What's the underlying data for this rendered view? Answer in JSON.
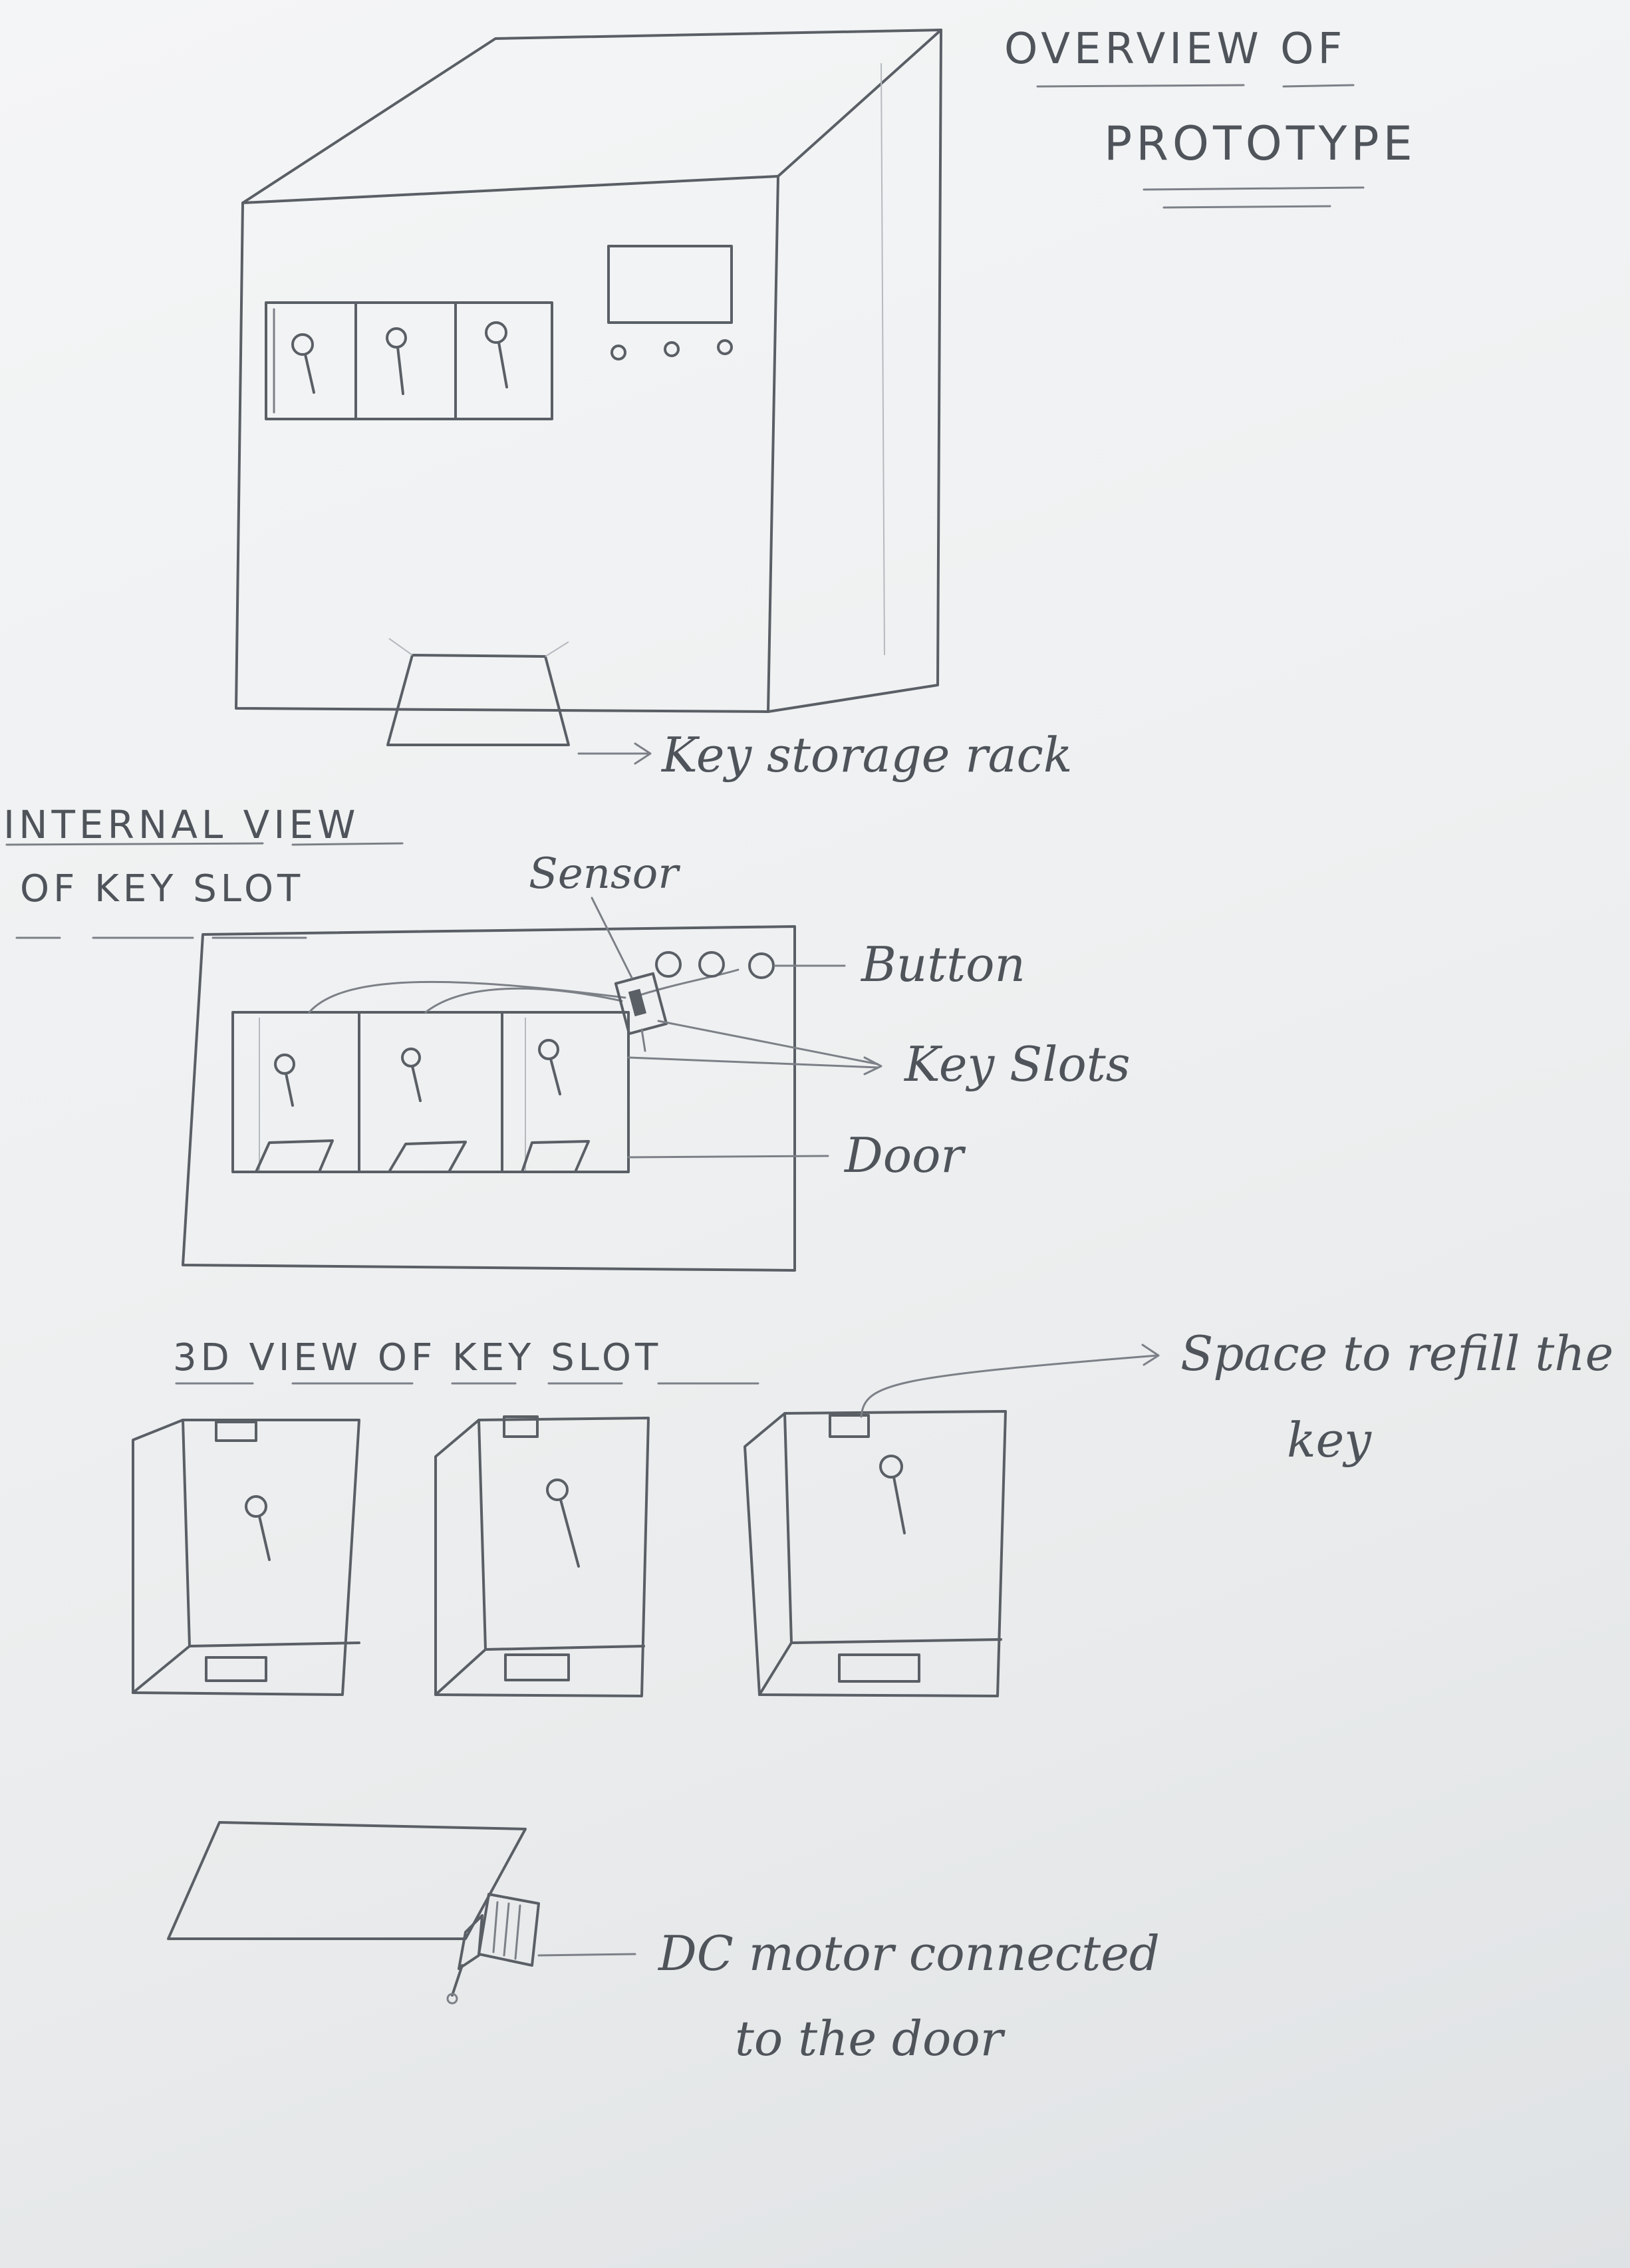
{
  "headings": {
    "overview_line1": "OVERVIEW OF",
    "overview_line2": "PROTOTYPE",
    "internal_line1": "INTERNAL VIEW",
    "internal_line2": "OF KEY SLOT",
    "view3d": "3D VIEW OF KEY SLOT"
  },
  "labels": {
    "key_storage_rack": "Key storage rack",
    "sensor": "Sensor",
    "button": "Button",
    "key_slots": "Key Slots",
    "door": "Door",
    "space_refill_line1": "Space to refill the",
    "space_refill_line2": "key",
    "dc_motor_line1": "DC motor connected",
    "dc_motor_line2": "to the door"
  },
  "colors": {
    "paper": "#eef0f1",
    "pencil": "#5a5f66"
  }
}
